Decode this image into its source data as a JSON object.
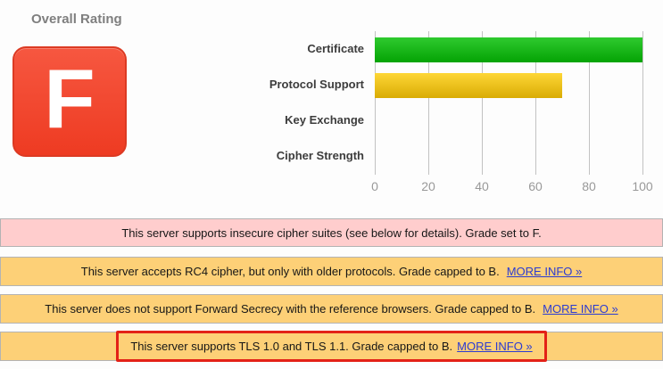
{
  "page": {
    "background": "#fdfdfd"
  },
  "overall_rating": {
    "title": "Overall Rating",
    "grade": "F",
    "grade_color_top": "#f65740",
    "grade_color_bottom": "#ee3b22"
  },
  "chart_data": {
    "type": "bar",
    "orientation": "horizontal",
    "title": "",
    "xlabel": "",
    "ylabel": "",
    "categories": [
      "Certificate",
      "Protocol Support",
      "Key Exchange",
      "Cipher Strength"
    ],
    "values": [
      100,
      70,
      0,
      0
    ],
    "bar_colors": [
      "green",
      "yellow",
      "none",
      "none"
    ],
    "bar_color_hex": {
      "green": [
        "#2fca2f",
        "#04a304"
      ],
      "yellow": [
        "#fed636",
        "#d9ac04"
      ]
    },
    "xticks": [
      0,
      20,
      40,
      60,
      80,
      100
    ],
    "xlim": [
      0,
      100
    ],
    "grid": true,
    "legend": false
  },
  "messages": [
    {
      "severity": "error",
      "text": "This server supports insecure cipher suites (see below for details). Grade set to F.",
      "link": "",
      "highlighted": false
    },
    {
      "severity": "warning",
      "text": "This server accepts RC4 cipher, but only with older protocols. Grade capped to B.",
      "link": "MORE INFO »",
      "highlighted": false
    },
    {
      "severity": "warning",
      "text": "This server does not support Forward Secrecy with the reference browsers. Grade capped to B.",
      "link": "MORE INFO »",
      "highlighted": false
    },
    {
      "severity": "warning",
      "text": "This server supports TLS 1.0 and TLS 1.1. Grade capped to B.",
      "link": "MORE INFO »",
      "highlighted": true
    }
  ],
  "colors": {
    "error_bg": "#ffcdcd",
    "warning_bg": "#fdd077",
    "row_border": "#b3b3b3",
    "link": "#2b3bd2",
    "annotation_box": "#e32117",
    "gridline": "#c2c2c2",
    "tick_text": "#999999"
  }
}
